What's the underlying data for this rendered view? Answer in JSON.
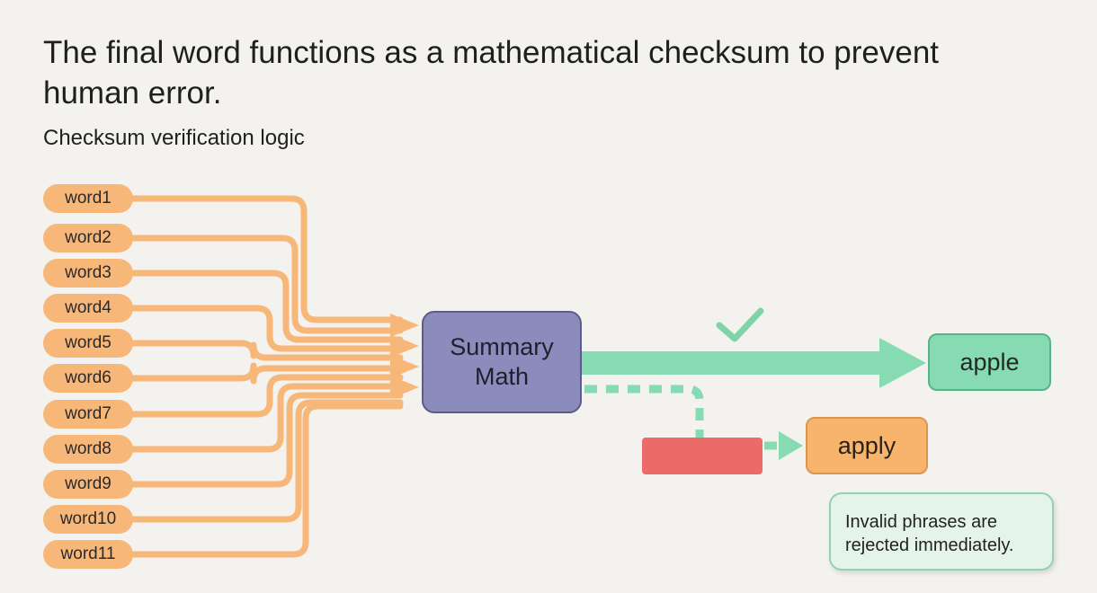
{
  "title": "The final word functions as a mathematical checksum to prevent human error.",
  "subtitle": "Checksum verification logic",
  "input_words": [
    "word1",
    "word2",
    "word3",
    "word4",
    "word5",
    "word6",
    "word7",
    "word8",
    "word9",
    "word10",
    "word11"
  ],
  "processor": {
    "line1": "Summary",
    "line2": "Math"
  },
  "valid_output": {
    "label": "apple",
    "mark_icon": "check-icon"
  },
  "invalid_output": {
    "label": "apply"
  },
  "note": {
    "line1": "Invalid phrases are",
    "line2": "rejected immediately."
  },
  "colors": {
    "background": "#f3f2ee",
    "input": "#f7b779",
    "processor": "#8b8bbc",
    "valid": "#86dbb3",
    "invalid": "#f8b46c",
    "reject": "#eb6b6b"
  }
}
